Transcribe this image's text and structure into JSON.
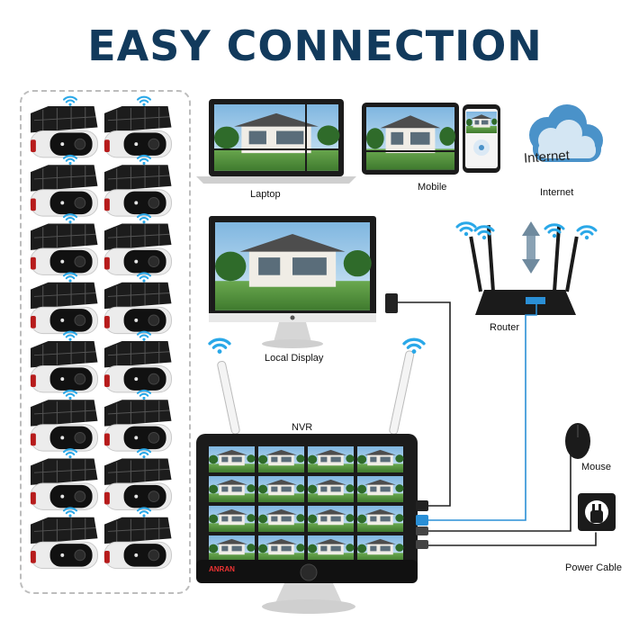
{
  "title": "EASY CONNECTION",
  "labels": {
    "laptop": "Laptop",
    "mobile": "Mobile",
    "internet": "Internet",
    "local_display": "Local Display",
    "router": "Router",
    "nvr": "NVR",
    "mouse": "Mouse",
    "power_cable": "Power Cable"
  },
  "cloud_text": "Internet",
  "nvr_brand": "ANRAN",
  "camera_count": 16,
  "colors": {
    "title": "#123a5c",
    "wifi": "#2aa8e8",
    "cloud": "#4a92c9",
    "lan_cable": "#2a8fd6",
    "wire": "#222222",
    "device_black": "#1b1b1b"
  },
  "icons": [
    "wifi-icon",
    "camera-icon",
    "cloud-icon",
    "router-icon",
    "monitor-icon",
    "laptop-icon",
    "tablet-icon",
    "phone-icon",
    "mouse-icon",
    "power-outlet-icon",
    "arrow-updown-icon"
  ]
}
